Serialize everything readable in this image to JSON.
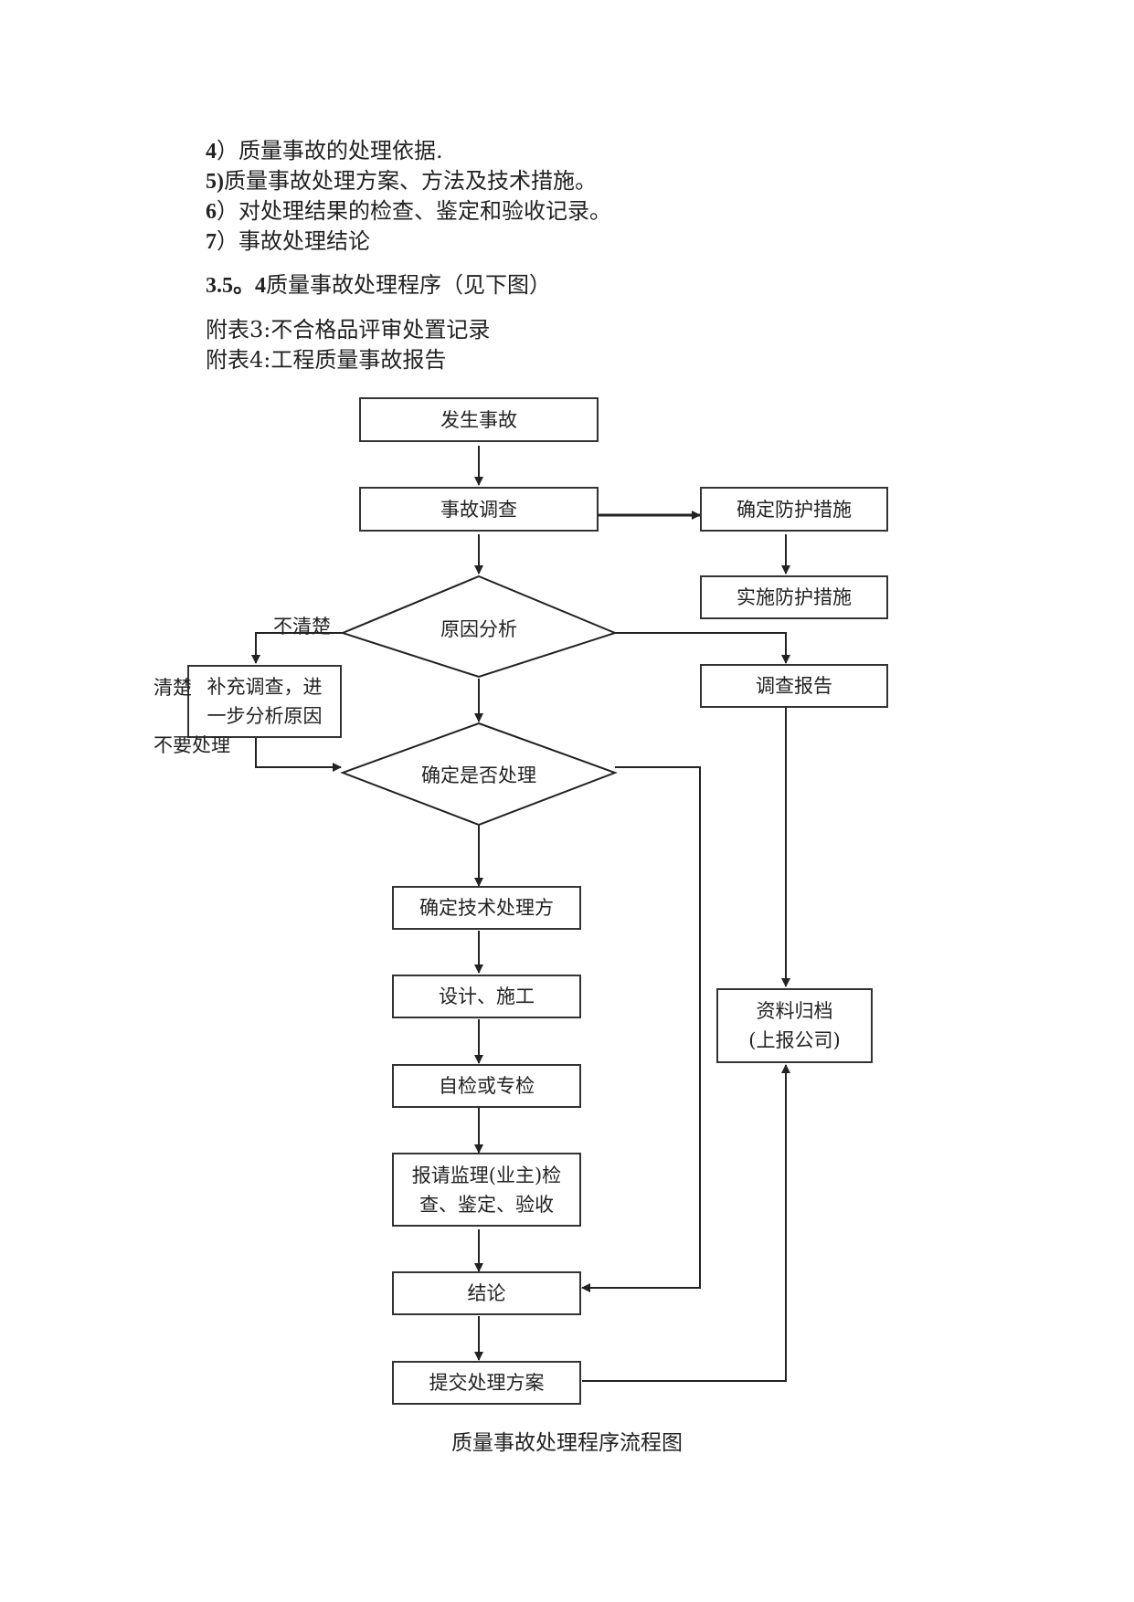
{
  "list_items": [
    {
      "num": "4",
      "text": "）质量事故的处理依据."
    },
    {
      "num": "5)",
      "text": "质量事故处理方案、方法及技术措施。"
    },
    {
      "num": "6",
      "text": "）对处理结果的检查、鉴定和验收记录。"
    },
    {
      "num": "7",
      "text": "）事故处理结论"
    }
  ],
  "section": {
    "num": "3.5。4",
    "title": "质量事故处理程序（见下图）"
  },
  "attachments": [
    "附表3:不合格品评审处置记录",
    "附表4:工程质量事故报告"
  ],
  "flowchart": {
    "nodes": {
      "occur": "发生事故",
      "investigate": "事故调查",
      "determine_protect": "确定防护措施",
      "implement_protect": "实施防护措施",
      "cause_analysis": "原因分析",
      "report": "调查报告",
      "supplement_line1": "补充调查，进",
      "supplement_line2": "一步分析原因",
      "decide": "确定是否处理",
      "tech_plan": "确定技术处理方",
      "design": "设计、施工",
      "selfcheck": "自检或专检",
      "supervise_line1": "报请监理(业主)检",
      "supervise_line2": "查、鉴定、验收",
      "conclusion": "结论",
      "submit": "提交处理方案",
      "archive_line1": "资料归档",
      "archive_line2": "(上报公司)"
    },
    "labels": {
      "unclear": "不清楚",
      "clear": "清楚",
      "no_need": "不要处理"
    }
  },
  "caption": "质量事故处理程序流程图"
}
